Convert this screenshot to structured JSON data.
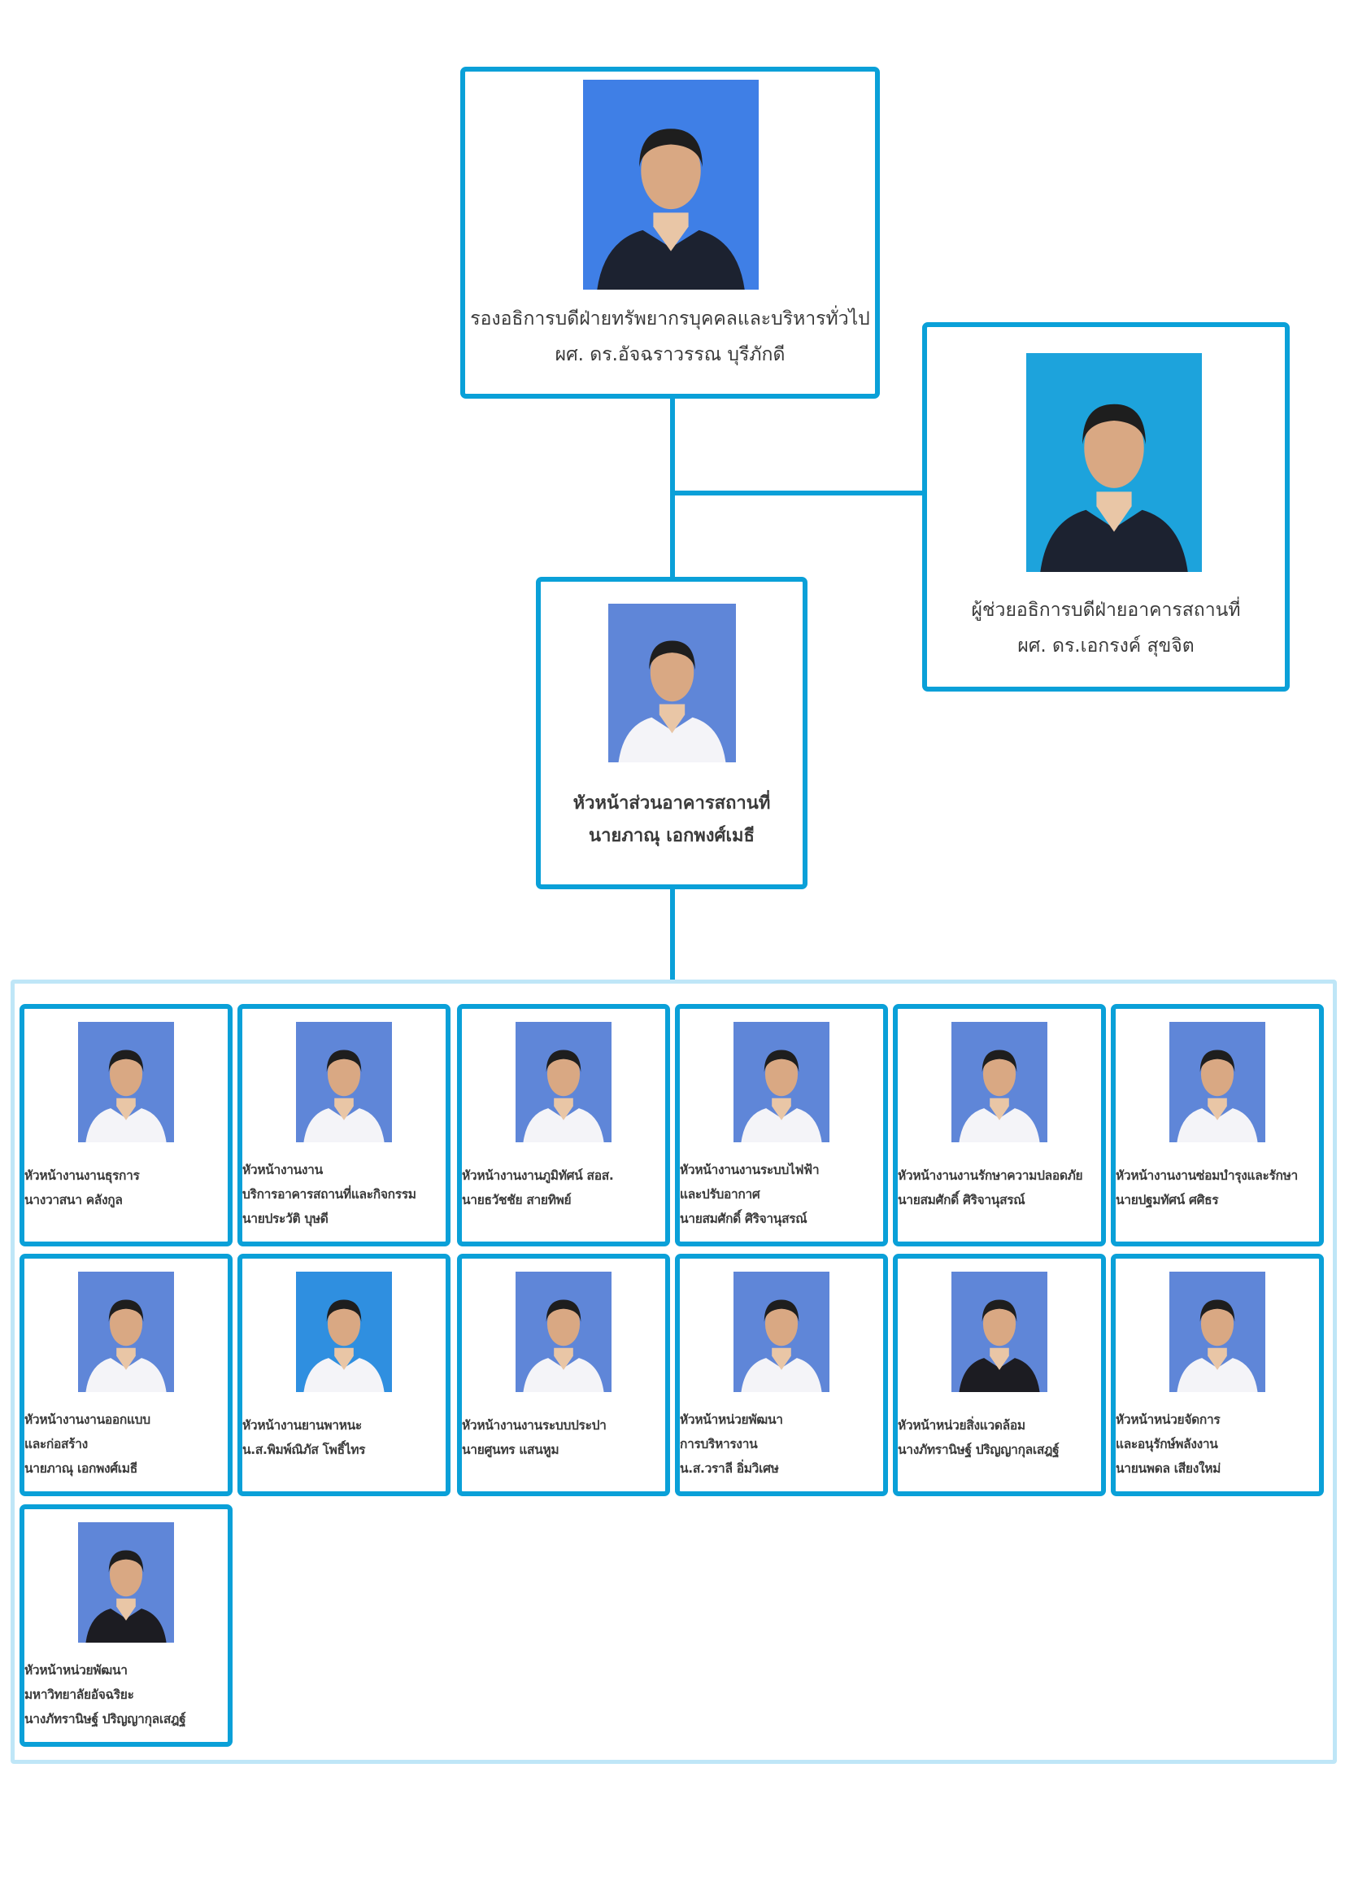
{
  "colors": {
    "border": "#0aa0d8",
    "outer_border": "#bfe6f7",
    "text": "#3a3a3a"
  },
  "top": {
    "title": "รองอธิการบดีฝ่ายทรัพยากรบุคคลและบริหารทั่วไป",
    "name": "ผศ. ดร.อัจฉราวรรณ บุรีภักดี",
    "photo_bg": "#3f7fe6"
  },
  "assistant": {
    "title": "ผู้ช่วยอธิการบดีฝ่ายอาคารสถานที่",
    "name": "ผศ. ดร.เอกรงค์ สุขจิต",
    "photo_bg": "#1da3dc"
  },
  "director": {
    "title": "หัวหน้าส่วนอาคารสถานที่",
    "name": "นายภาณุ เอกพงศ์เมธี",
    "photo_bg": "#5f86d8"
  },
  "staff": [
    {
      "lines": [
        "หัวหน้างานงานธุรการ",
        "นางวาสนา คลังกูล"
      ],
      "photo_bg": "#5f86d8"
    },
    {
      "lines": [
        "หัวหน้างานงาน",
        "บริการอาคารสถานที่และกิจกรรม",
        "นายประวัติ บุษดี"
      ],
      "photo_bg": "#5f86d8"
    },
    {
      "lines": [
        "หัวหน้างานงานภูมิทัศน์ สอส.",
        "นายธวัชชัย สายทิพย์"
      ],
      "photo_bg": "#5f86d8"
    },
    {
      "lines": [
        "หัวหน้างานงานระบบไฟฟ้า",
        "และปรับอากาศ",
        "นายสมศักดิ์ ศิริจานุสรณ์"
      ],
      "photo_bg": "#5f86d8"
    },
    {
      "lines": [
        "หัวหน้างานงานรักษาความปลอดภัย",
        "นายสมศักดิ์ ศิริจานุสรณ์"
      ],
      "photo_bg": "#5f86d8"
    },
    {
      "lines": [
        "หัวหน้างานงานซ่อมบำรุงและรักษา",
        "นายปฐมทัศน์ ศศิธร"
      ],
      "photo_bg": "#5f86d8"
    },
    {
      "lines": [
        "หัวหน้างานงานออกแบบ",
        "และก่อสร้าง",
        "นายภาณุ เอกพงศ์เมธี"
      ],
      "photo_bg": "#5f86d8"
    },
    {
      "lines": [
        "หัวหน้างานยานพาหนะ",
        "น.ส.พิมพ์ณิภัส โพธิ์ไทร"
      ],
      "photo_bg": "#2f8fe0"
    },
    {
      "lines": [
        "หัวหน้างานงานระบบประปา",
        "นายศูนทร แสนหูม"
      ],
      "photo_bg": "#5f86d8"
    },
    {
      "lines": [
        "หัวหน้าหน่วยพัฒนา",
        "การบริหารงาน",
        "น.ส.วราลี อิ่มวิเศษ"
      ],
      "photo_bg": "#5f86d8"
    },
    {
      "lines": [
        "หัวหน้าหน่วยสิ่งแวดล้อม",
        "นางภัทรานิษฐ์ ปริญญากุลเสฎฐ์"
      ],
      "photo_bg": "#5f86d8"
    },
    {
      "lines": [
        "หัวหน้าหน่วยจัดการ",
        "และอนุรักษ์พลังงาน",
        "นายนพดล เสียงใหม่"
      ],
      "photo_bg": "#5f86d8"
    },
    {
      "lines": [
        "หัวหน้าหน่วยพัฒนา",
        "มหาวิทยาลัยอัจฉริยะ",
        "นางภัทรานิษฐ์ ปริญญากุลเสฎฐ์"
      ],
      "photo_bg": "#5f86d8"
    }
  ]
}
